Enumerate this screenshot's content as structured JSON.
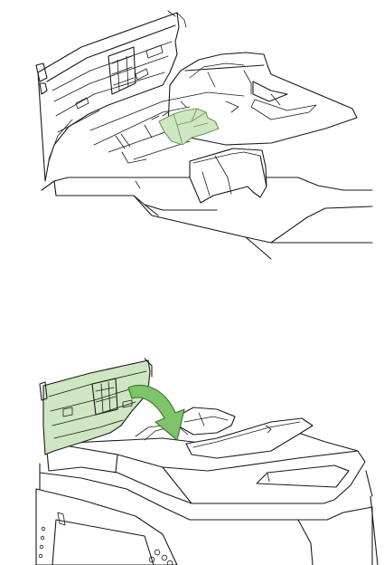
{
  "colors": {
    "highlight_fill": "#cfe6c2",
    "highlight_stroke": "#6a9a57",
    "arrow_fill": "#7fc46a",
    "arrow_stroke": "#3e7a2e",
    "line": "#1a1a1a"
  },
  "panels": [
    {
      "name": "open-feeder-jam-access",
      "highlighted_part": "jam-access-lever"
    },
    {
      "name": "close-feeder-cover",
      "motion": "rotate-down"
    }
  ]
}
